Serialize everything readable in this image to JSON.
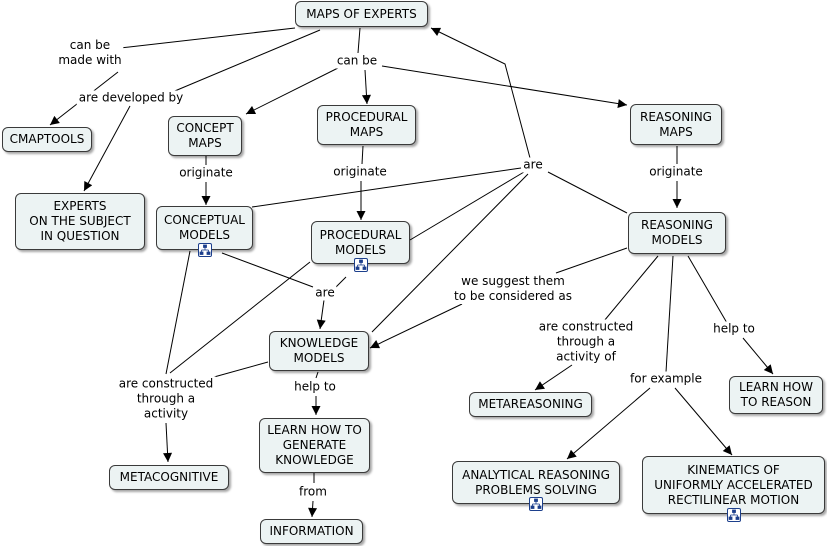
{
  "concepts": {
    "maps_of_experts": "MAPS OF EXPERTS",
    "cmaptools": "CMAPTOOLS",
    "experts_subject": "EXPERTS\nON THE SUBJECT\nIN QUESTION",
    "concept_maps": "CONCEPT\nMAPS",
    "procedural_maps": "PROCEDURAL\nMAPS",
    "reasoning_maps": "REASONING\nMAPS",
    "conceptual_models": "CONCEPTUAL\nMODELS",
    "procedural_models": "PROCEDURAL\nMODELS",
    "reasoning_models": "REASONING\nMODELS",
    "knowledge_models": "KNOWLEDGE\nMODELS",
    "learn_generate": "LEARN HOW TO\nGENERATE\nKNOWLEDGE",
    "information": "INFORMATION",
    "metacognitive": "METACOGNITIVE",
    "metareasoning": "METAREASONING",
    "analytical": "ANALYTICAL REASONING\nPROBLEMS SOLVING",
    "kinematics": "KINEMATICS OF\nUNIFORMLY ACCELERATED\nRECTILINEAR MOTION",
    "learn_reason": "LEARN HOW\nTO REASON"
  },
  "linking_phrases": {
    "can_be_made_with": "can be\nmade with",
    "are_developed_by": "are developed by",
    "can_be": "can be",
    "originate_concept": "originate",
    "originate_procedural": "originate",
    "originate_reasoning": "originate",
    "are_top": "are",
    "are_mid": "are",
    "we_suggest": "we suggest them\nto be considered as",
    "constructed_meta": "are constructed\nthrough a\nactivity of",
    "constructed_cog": "are constructed\nthrough a\nactivity",
    "help_to_knowledge": "help to",
    "help_to_reasoning": "help to",
    "from": "from",
    "for_example": "for example"
  },
  "colors": {
    "node_fill": "#ecf3f3",
    "node_border": "#3a3a3a",
    "line": "#000000",
    "badge_border": "#1c3f8c"
  },
  "icons": {
    "resource_badge": "concept-map-resource-icon"
  }
}
